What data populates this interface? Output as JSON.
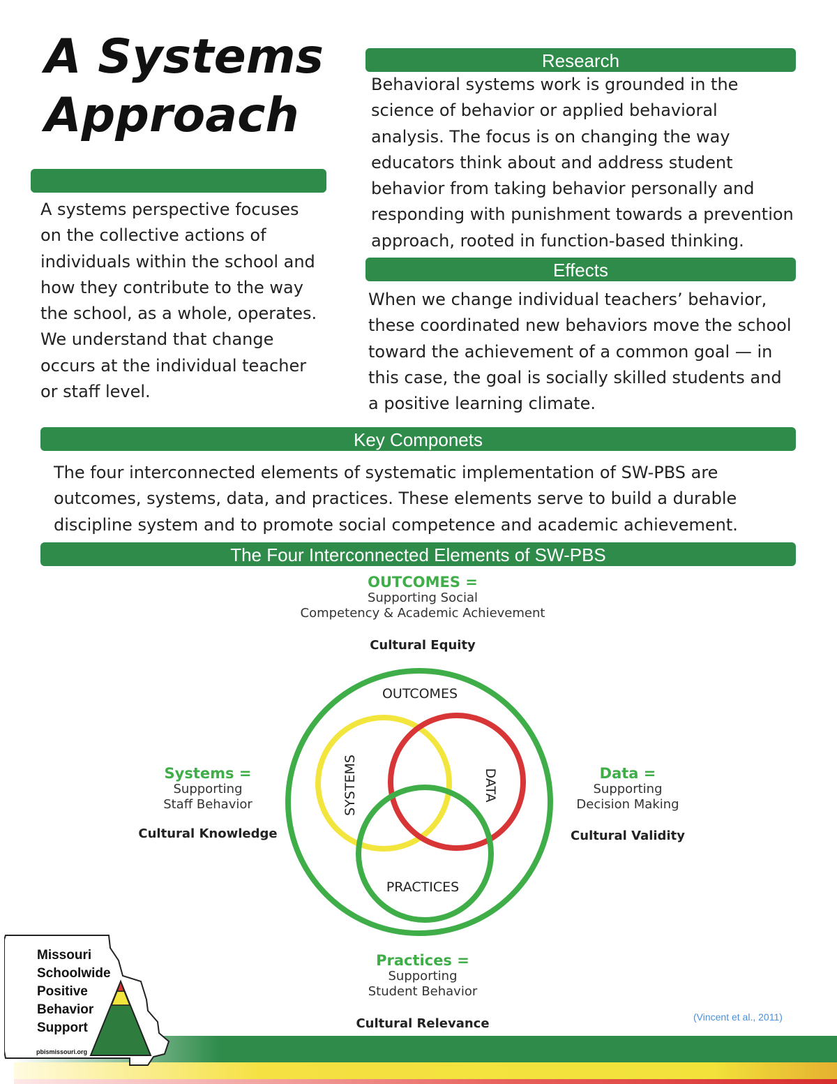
{
  "header": {
    "title_line1": "A Systems",
    "title_line2": "Approach"
  },
  "intro": {
    "heading": "",
    "text": "A systems perspective focuses on the collective actions of individuals within the school and how they contribute to the way the school, as a whole, operates. We understand that change occurs at the individual teacher or staff level."
  },
  "research": {
    "heading": "Research",
    "text": "Behavioral systems work is grounded in the science of behavior or applied behavioral analysis. The focus is on changing the way educators think about and address student behavior from taking behavior personally and responding with punishment towards a prevention approach, rooted in function-based thinking."
  },
  "effects": {
    "heading": "Effects",
    "text": "When we change individual teachers’ behavior, these coordinated new behaviors move the school toward the achievement of a common goal — in this case, the goal is socially skilled students and a positive learning climate."
  },
  "key_components": {
    "heading": "Key Componets",
    "text": "The four interconnected elements of systematic implementation of SW-PBS are outcomes, systems, data, and practices. These elements serve to build a durable discipline system and to promote social competence and academic achievement."
  },
  "diagram": {
    "heading": "The Four Interconnected Elements of SW-PBS",
    "outcomes": {
      "title": "OUTCOMES =",
      "sub1": "Supporting Social",
      "sub2": "Competency & Academic Achievement",
      "cultural": "Cultural Equity"
    },
    "systems": {
      "title": "Systems =",
      "sub1": "Supporting",
      "sub2": "Staff Behavior",
      "cultural": "Cultural Knowledge"
    },
    "data": {
      "title": "Data =",
      "sub1": "Supporting",
      "sub2": "Decision Making",
      "cultural": "Cultural Validity"
    },
    "practices": {
      "title": "Practices =",
      "sub1": "Supporting",
      "sub2": "Student Behavior",
      "cultural": "Cultural Relevance"
    },
    "ring_labels": {
      "outcomes": "OUTCOMES",
      "systems": "SYSTEMS",
      "data": "DATA",
      "practices": "PRACTICES"
    },
    "colors": {
      "outer": "#3fae49",
      "systems": "#f2e53d",
      "data": "#d83636",
      "practices": "#3fae49"
    }
  },
  "citation": "(Vincent et al., 2011)",
  "logo": {
    "line1": "Missouri",
    "line2": "Schoolwide",
    "line3": "Positive",
    "line4": "Behavior",
    "line5": "Support",
    "url": "pbismissouri.org"
  }
}
